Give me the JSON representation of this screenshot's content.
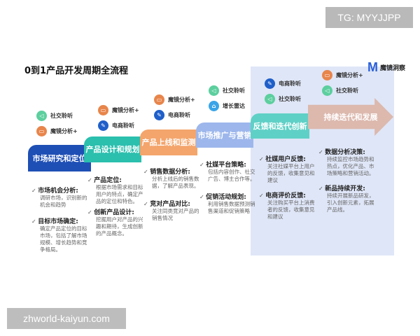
{
  "watermark_top": "TG: MYYJJPP",
  "watermark_bottom": "zhworld-kaiyun.com",
  "title": "0到1产品开发周期全流程",
  "logo_text": "魔镜洞察",
  "colors": {
    "panel": "#dfe6f7",
    "step1": "#1e4fb5",
    "step2": "#2bbfae",
    "step3": "#f4a56c",
    "step4": "#9db7ec",
    "step5": "#5fd0c6",
    "step6": "#dcb8ad"
  },
  "stages": [
    {
      "label": "市场研究和定位",
      "tools": [
        {
          "name": "社交聆听",
          "icon": "speaker-icon"
        },
        {
          "name": "魔镜分析+",
          "icon": "chart-icon"
        }
      ],
      "bullets": [
        {
          "h": "市场机会分析:",
          "d": "调研市场，识别新的机会和趋势"
        },
        {
          "h": "目标市场确定:",
          "d": "确定产品定位的目标市场，包括了解市场规模、增长趋势和竞争格局。"
        }
      ]
    },
    {
      "label": "产品设计和规划",
      "tools": [
        {
          "name": "魔镜分析+",
          "icon": "chart-icon"
        },
        {
          "name": "电商聆听",
          "icon": "edit-icon"
        }
      ],
      "bullets": [
        {
          "h": "产品定位:",
          "d": "根据市场需求和目标用户的特点，确定产品的定位和特色。"
        },
        {
          "h": "创新产品设计:",
          "d": "挖掘用户对产品的兴趣和期待，生成创新的产品概念。"
        }
      ]
    },
    {
      "label": "产品上线和监测",
      "tools": [
        {
          "name": "魔镜分析+",
          "icon": "chart-icon"
        },
        {
          "name": "电商聆听",
          "icon": "edit-icon"
        }
      ],
      "bullets": [
        {
          "h": "销售数据分析:",
          "d": "分析上线后的销售数据，了解产品表现。"
        },
        {
          "h": "竞对产品对比:",
          "d": "关注同类竞对产品的销售情况"
        }
      ]
    },
    {
      "label": "市场推广与营销",
      "tools": [
        {
          "name": "社交聆听",
          "icon": "speaker-icon"
        },
        {
          "name": "增长雷达",
          "icon": "radar-icon"
        }
      ],
      "bullets": [
        {
          "h": "社媒平台策略:",
          "d": "包括内容创作、社交广告、博主合作等。"
        },
        {
          "h": "促销活动规划:",
          "d": "利用销售数据预测销售渠道和促销策略"
        }
      ]
    },
    {
      "label": "反馈和迭代创新",
      "tools": [
        {
          "name": "电商聆听",
          "icon": "edit-icon"
        },
        {
          "name": "社交聆听",
          "icon": "speaker-icon"
        }
      ],
      "bullets": [
        {
          "h": "社媒用户反馈:",
          "d": "关注社媒平台上用户的反馈，收集意见和建议"
        },
        {
          "h": "电商评价反馈:",
          "d": "关注购买平台上消费者的反馈，收集意见和建议"
        }
      ]
    },
    {
      "label": "持续迭代和发展",
      "tools": [
        {
          "name": "魔镜分析+",
          "icon": "chart-icon"
        },
        {
          "name": "社交聆听",
          "icon": "speaker-icon"
        }
      ],
      "bullets": [
        {
          "h": "数据分析决策:",
          "d": "持续监控市场趋势和热点，优化产品、市场策略和营销活动。"
        },
        {
          "h": "新品持续开发:",
          "d": "持续开展新品研发，引入创新元素，拓展产品线。"
        }
      ]
    }
  ]
}
